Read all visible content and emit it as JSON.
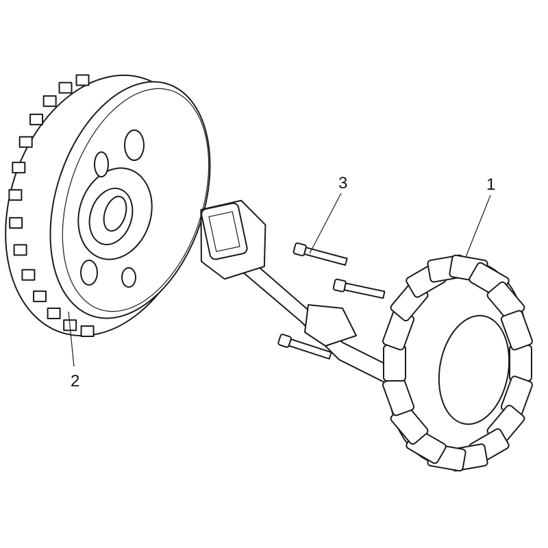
{
  "callouts": [
    {
      "number": "1",
      "part": "stator"
    },
    {
      "number": "2",
      "part": "flywheel"
    },
    {
      "number": "3",
      "part": "bolt"
    }
  ],
  "colors": {
    "line": "#1a1a1a",
    "background": "#ffffff"
  }
}
